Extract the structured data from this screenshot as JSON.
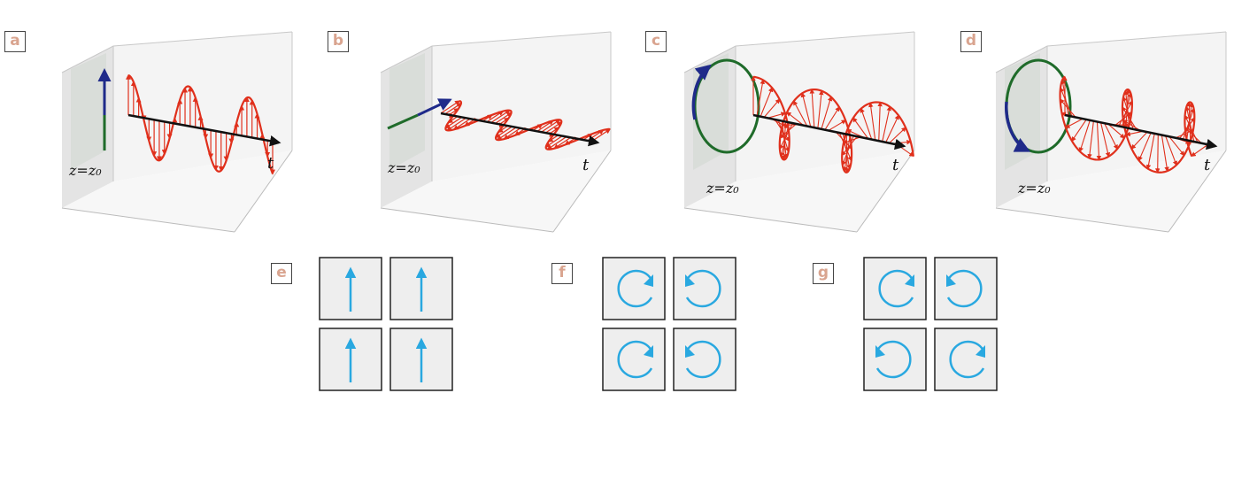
{
  "panels": [
    {
      "label": "a",
      "position_text": "z=z₀",
      "axis_label": "t"
    },
    {
      "label": "b",
      "position_text": "z=z₀",
      "axis_label": "t"
    },
    {
      "label": "c",
      "position_text": "z=z₀",
      "axis_label": "t"
    },
    {
      "label": "d",
      "position_text": "z=z₀",
      "axis_label": "t"
    }
  ],
  "arrays": [
    {
      "label": "e",
      "icons": [
        "up-arrow-icon",
        "up-arrow-icon",
        "up-arrow-icon",
        "up-arrow-icon"
      ]
    },
    {
      "label": "f",
      "icons": [
        "cw-circle-icon",
        "ccw-circle-icon",
        "cw-circle-icon",
        "ccw-circle-icon"
      ]
    },
    {
      "label": "g",
      "icons": [
        "cw-circle-icon",
        "ccw-circle-icon",
        "ccw-circle-icon",
        "cw-circle-icon"
      ]
    }
  ],
  "colors": {
    "wave": "#e0301c",
    "vector": "#1f2a8a",
    "trace": "#1f6b2a",
    "time_axis": "#111111",
    "icon": "#29a8e0",
    "cell_bg": "#eeeeee",
    "label_text": "#d9a48f"
  }
}
